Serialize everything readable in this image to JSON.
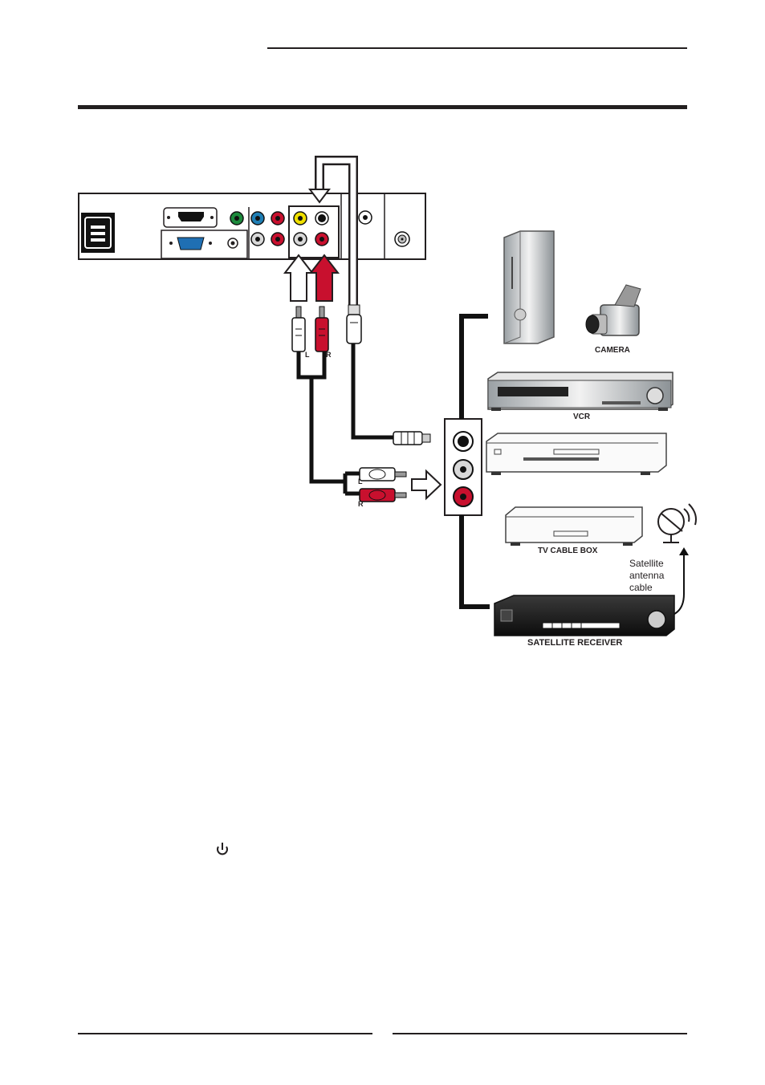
{
  "labels": {
    "camera": "CAMERA",
    "vcr": "VCR",
    "cable_box": "TV CABLE BOX",
    "satellite_receiver": "SATELLITE RECEIVER",
    "sat_line1": "Satellite",
    "sat_line2": "antenna",
    "sat_line3": "cable",
    "plug_left": "L",
    "plug_right": "R",
    "plug_left_2": "L",
    "plug_right_2": "R"
  },
  "icons": {
    "power": "power-icon"
  },
  "colors": {
    "rule": "#231f20",
    "audio_left": "#ffffff",
    "audio_right": "#c8102e",
    "video": "#f0e000",
    "component_green": "#1c8a3c",
    "component_blue": "#1f7fb5",
    "component_red": "#c8102e"
  }
}
